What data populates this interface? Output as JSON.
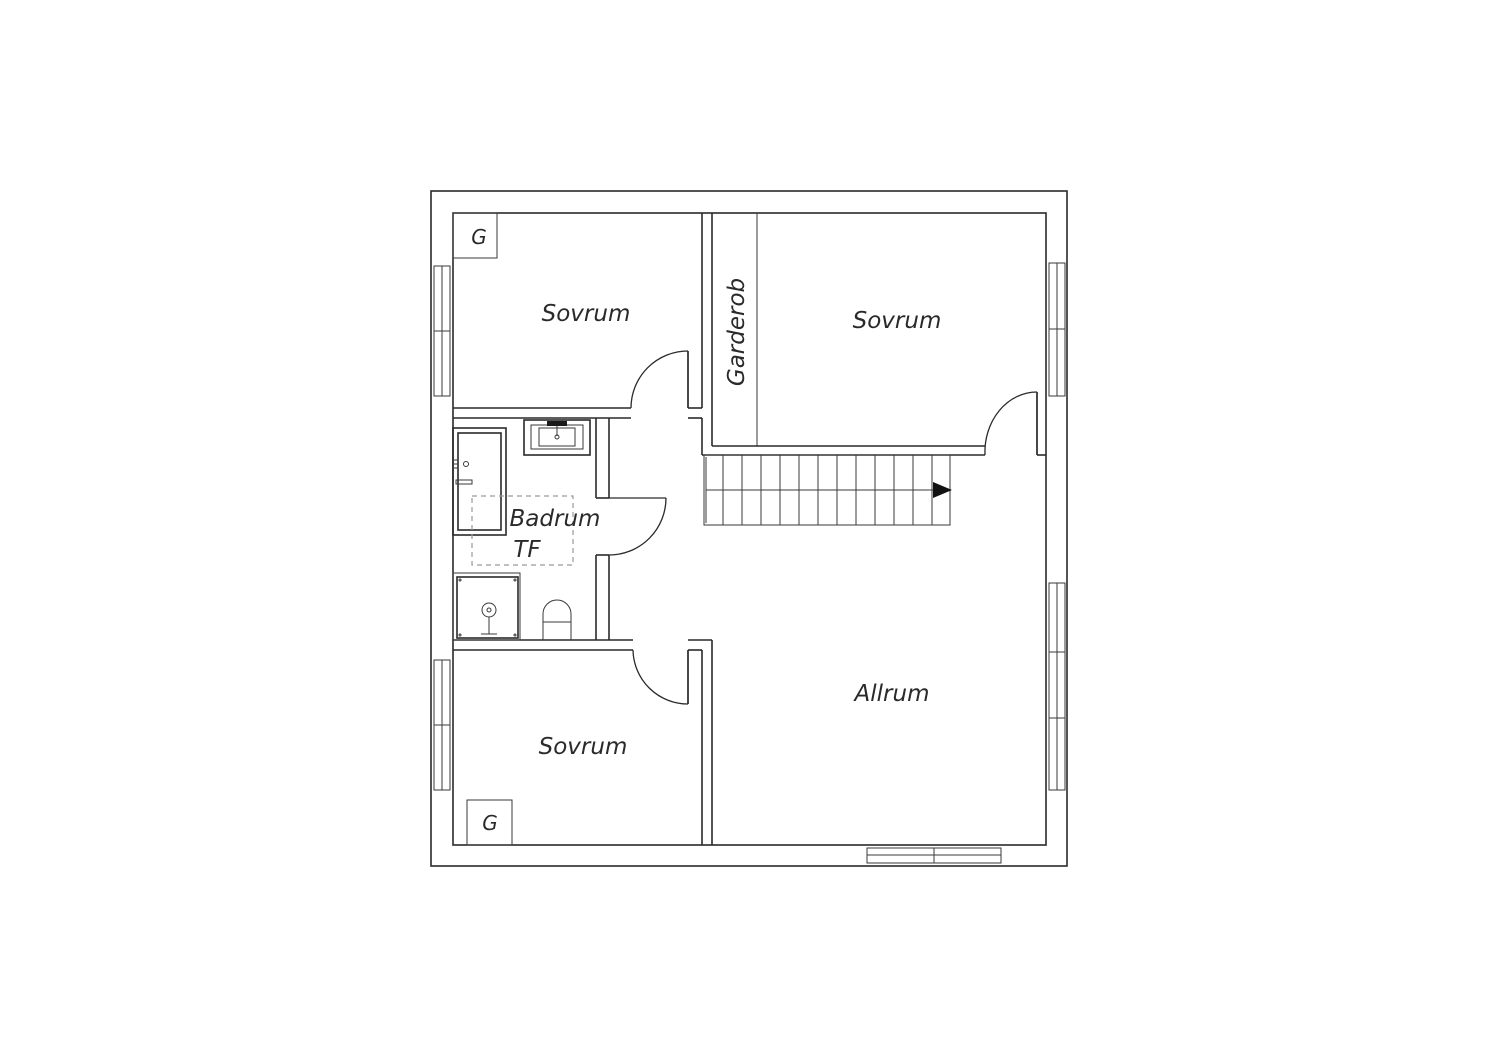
{
  "rooms": {
    "bedroom_top_left": "Sovrum",
    "bedroom_top_right": "Sovrum",
    "bedroom_bottom_left": "Sovrum",
    "wardrobe": "Garderob",
    "bathroom_line1": "Badrum",
    "bathroom_line2": "TF",
    "living": "Allrum"
  },
  "closets": {
    "top_left": "G",
    "bottom_left": "G"
  },
  "icons": {
    "stair_direction": "arrow-right-icon",
    "washer": "washing-machine-icon",
    "sink": "sink-icon",
    "shower": "shower-icon",
    "toilet": "toilet-icon"
  }
}
